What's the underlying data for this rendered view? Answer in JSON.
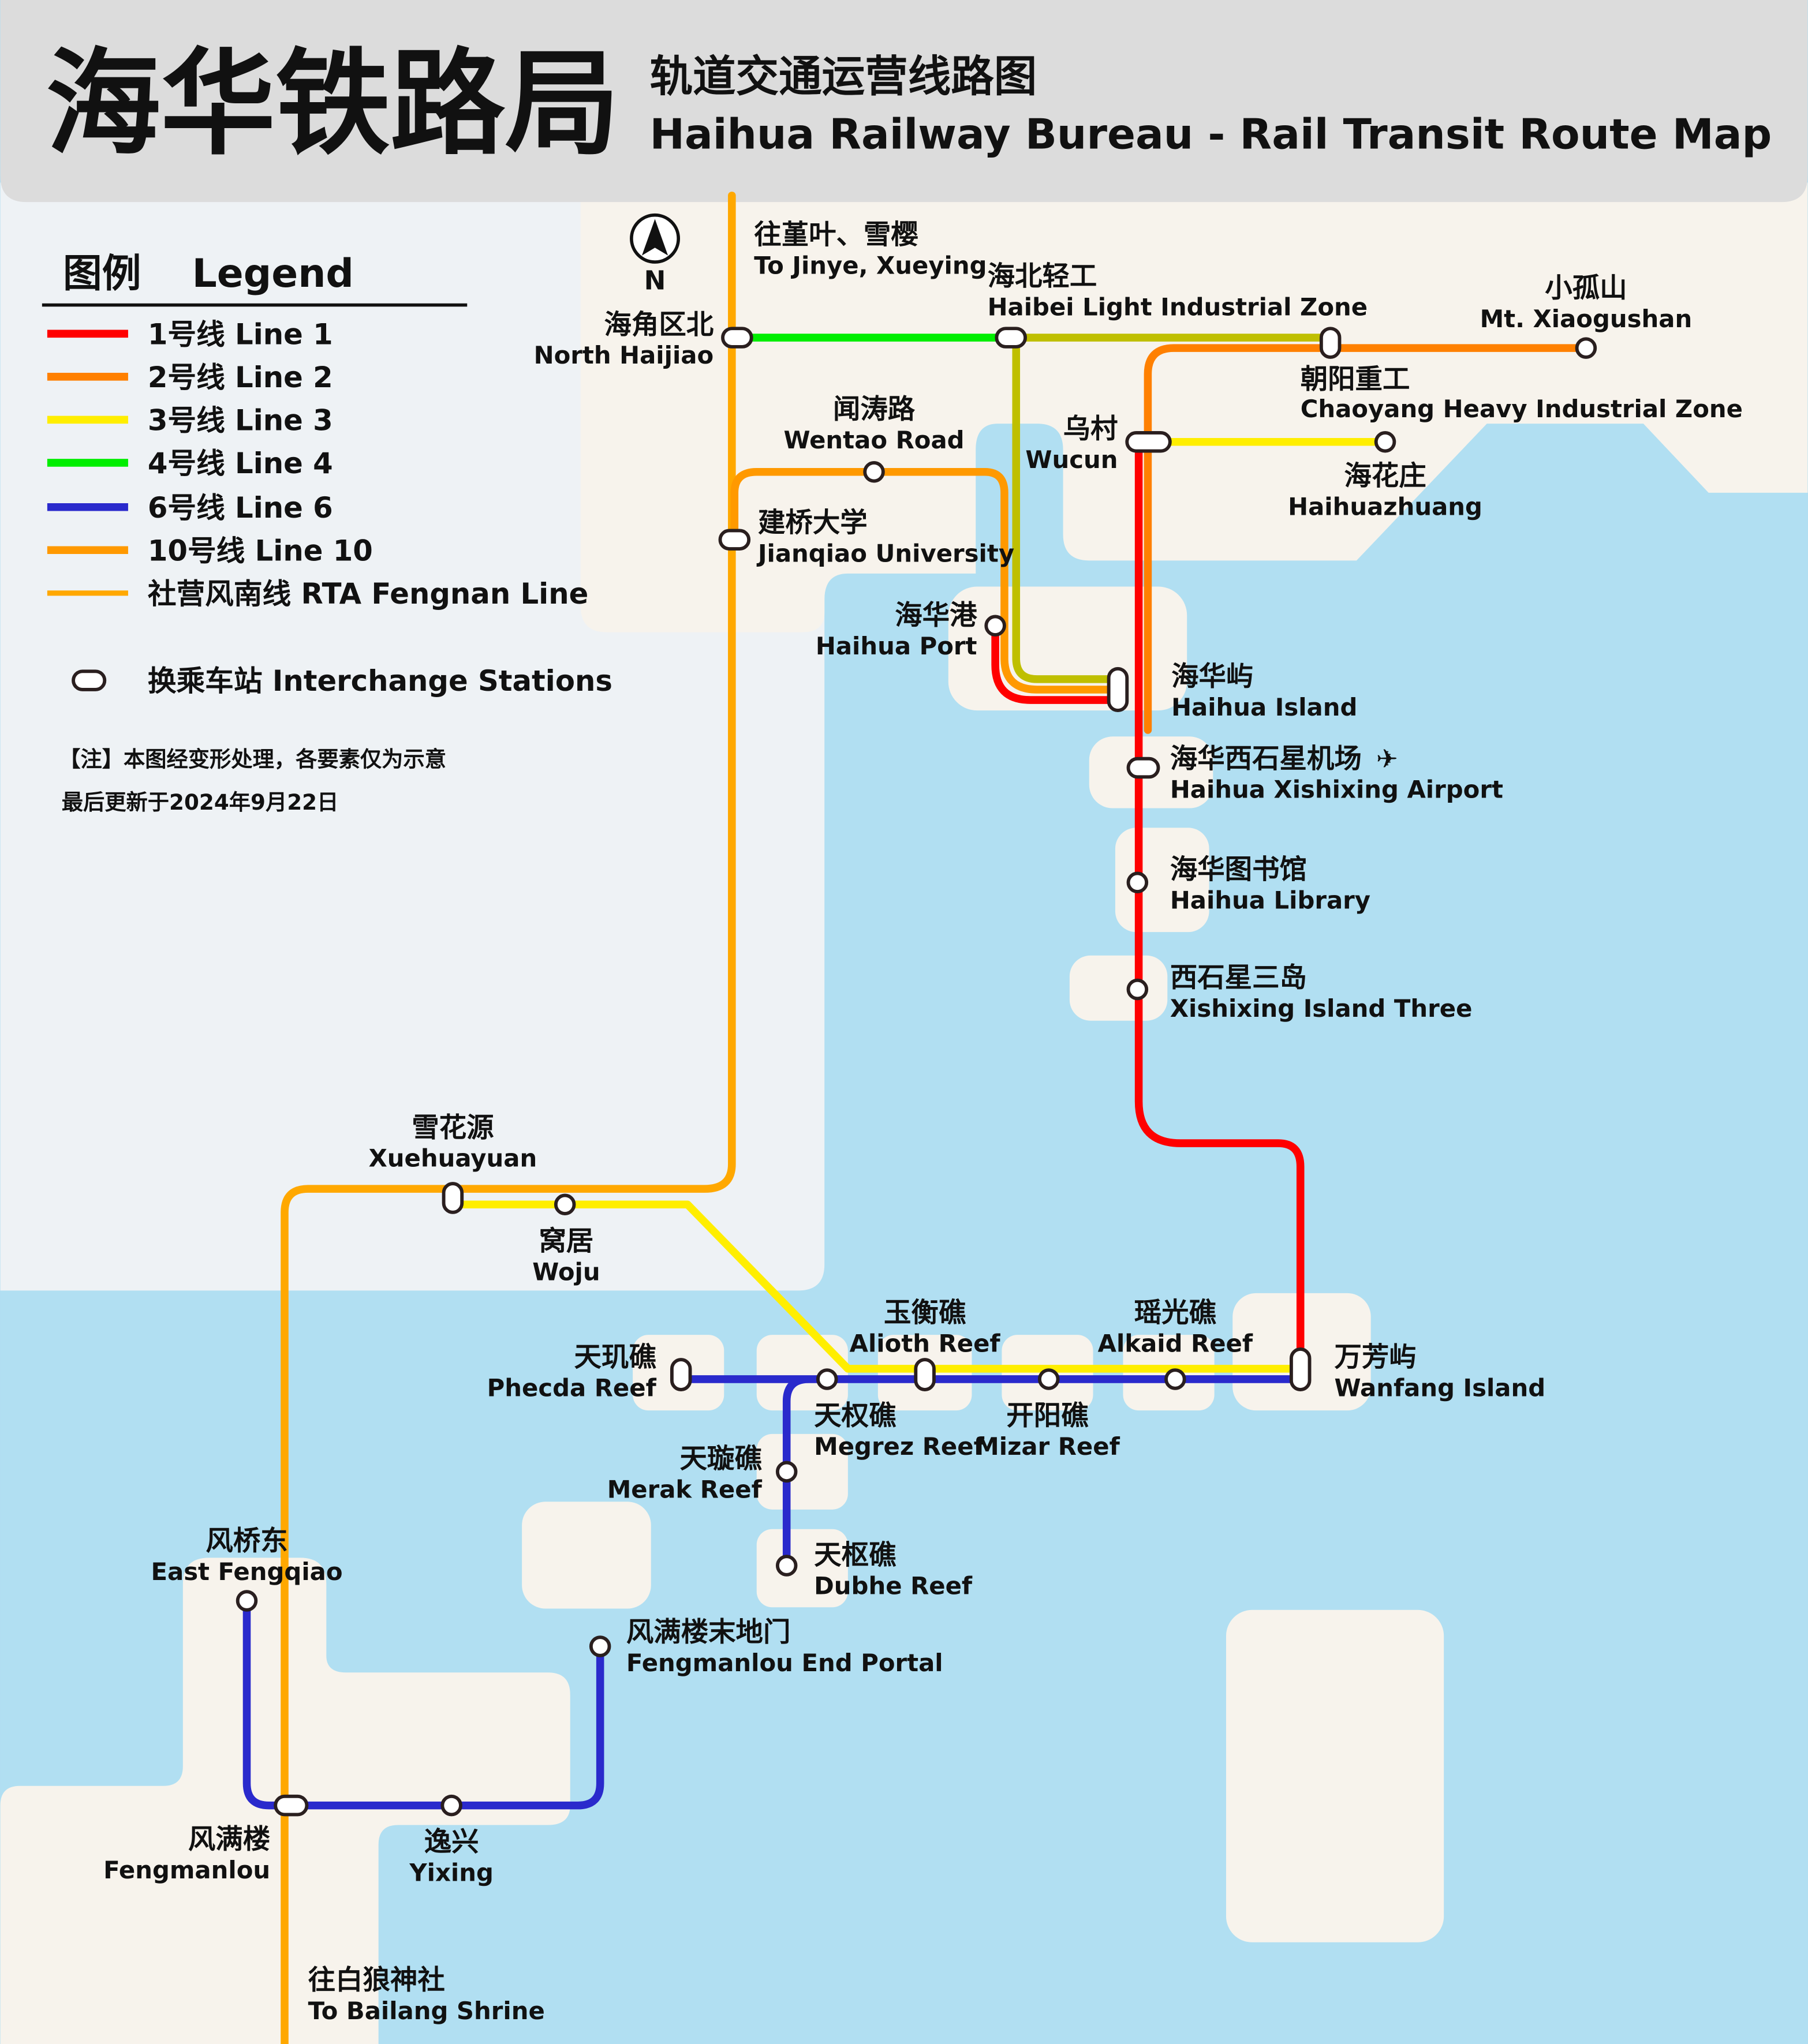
{
  "header": {
    "title": "海华铁路局",
    "subtitle_cn": "轨道交通运营线路图",
    "subtitle_en": "Haihua Railway Bureau - Rail Transit Route Map"
  },
  "compass": {
    "label": "N"
  },
  "legend": {
    "title_cn": "图例",
    "title_en": "Legend",
    "lines": [
      {
        "label": "1号线 Line 1",
        "color": "#ff0000"
      },
      {
        "label": "2号线 Line 2",
        "color": "#ff8000"
      },
      {
        "label": "3号线 Line 3",
        "color": "#ffee00"
      },
      {
        "label": "4号线 Line 4",
        "color": "#00ee00"
      },
      {
        "label": "6号线 Line 6",
        "color": "#2a2acc"
      },
      {
        "label": "10号线 Line 10",
        "color": "#ff9900"
      },
      {
        "label": "社营风南线 RTA Fengnan Line",
        "color": "#ffa800"
      }
    ],
    "interchange": "换乘车站 Interchange Stations",
    "note": "【注】本图经变形处理，各要素仅为示意",
    "updated": "最后更新于2024年9月22日"
  },
  "colors": {
    "water": "#b1dff2",
    "land": "#f7f3ec",
    "shared_3_4": "#bfbf00",
    "header": "#dcdcdc"
  },
  "stations": {
    "jinye": {
      "cn": "往堇叶、雪樱",
      "en": "To Jinye, Xueying"
    },
    "north_haijiao": {
      "cn": "海角区北",
      "en": "North Haijiao"
    },
    "haibei": {
      "cn": "海北轻工",
      "en": "Haibei Light Industrial Zone"
    },
    "xiaogushan": {
      "cn": "小孤山",
      "en": "Mt. Xiaogushan"
    },
    "chaoyang": {
      "cn": "朝阳重工",
      "en": "Chaoyang Heavy Industrial Zone"
    },
    "wucun": {
      "cn": "乌村",
      "en": "Wucun"
    },
    "haihuazhuang": {
      "cn": "海花庄",
      "en": "Haihuazhuang"
    },
    "wentao": {
      "cn": "闻涛路",
      "en": "Wentao Road"
    },
    "jianqiao": {
      "cn": "建桥大学",
      "en": "Jianqiao University"
    },
    "port": {
      "cn": "海华港",
      "en": "Haihua Port"
    },
    "island": {
      "cn": "海华屿",
      "en": "Haihua Island"
    },
    "airport": {
      "cn": "海华西石星机场",
      "en": "Haihua Xishixing Airport",
      "icon": "airplane-icon"
    },
    "library": {
      "cn": "海华图书馆",
      "en": "Haihua Library"
    },
    "three": {
      "cn": "西石星三岛",
      "en": "Xishixing Island Three"
    },
    "xuehuayuan": {
      "cn": "雪花源",
      "en": "Xuehuayuan"
    },
    "woju": {
      "cn": "窝居",
      "en": "Woju"
    },
    "alioth": {
      "cn": "玉衡礁",
      "en": "Alioth Reef"
    },
    "alkaid": {
      "cn": "瑶光礁",
      "en": "Alkaid Reef"
    },
    "phecda": {
      "cn": "天玑礁",
      "en": "Phecda Reef"
    },
    "wanfang": {
      "cn": "万芳屿",
      "en": "Wanfang Island"
    },
    "megrez": {
      "cn": "天权礁",
      "en": "Megrez Reef"
    },
    "mizar": {
      "cn": "开阳礁",
      "en": "Mizar Reef"
    },
    "merak": {
      "cn": "天璇礁",
      "en": "Merak Reef"
    },
    "dubhe": {
      "cn": "天枢礁",
      "en": "Dubhe Reef"
    },
    "east_fengqiao": {
      "cn": "风桥东",
      "en": "East Fengqiao"
    },
    "end_portal": {
      "cn": "风满楼末地门",
      "en": "Fengmanlou End Portal"
    },
    "fengmanlou": {
      "cn": "风满楼",
      "en": "Fengmanlou"
    },
    "yixing": {
      "cn": "逸兴",
      "en": "Yixing"
    },
    "bailang": {
      "cn": "往白狼神社",
      "en": "To Bailang Shrine"
    }
  }
}
